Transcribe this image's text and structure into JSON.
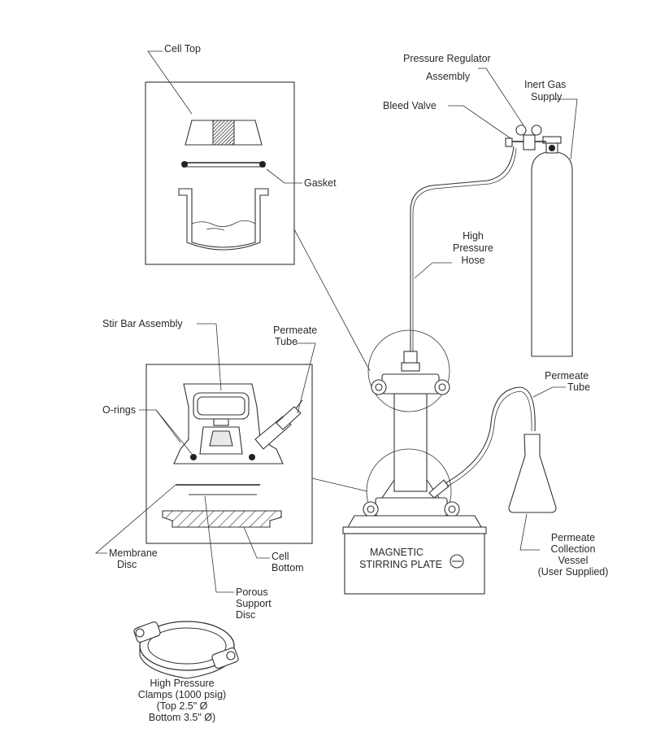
{
  "labels": {
    "cell_top": "Cell Top",
    "gasket": "Gasket",
    "pressure_regulator_1": "Pressure Regulator",
    "pressure_regulator_2": "Assembly",
    "bleed_valve": "Bleed Valve",
    "inert_gas_1": "Inert Gas",
    "inert_gas_2": "Supply",
    "hose_1": "High",
    "hose_2": "Pressure",
    "hose_3": "Hose",
    "stir_bar": "Stir Bar Assembly",
    "permeate_tube_left_1": "Permeate",
    "permeate_tube_left_2": "Tube",
    "permeate_tube_right_1": "Permeate",
    "permeate_tube_right_2": "Tube",
    "o_rings": "O-rings",
    "membrane_1": "Membrane",
    "membrane_2": "Disc",
    "cell_bottom_1": "Cell",
    "cell_bottom_2": "Bottom",
    "porous_1": "Porous",
    "porous_2": "Support",
    "porous_3": "Disc",
    "stirring_plate_1": "MAGNETIC",
    "stirring_plate_2": "STIRRING PLATE",
    "collection_1": "Permeate",
    "collection_2": "Collection",
    "collection_3": "Vessel",
    "collection_4": "(User Supplied)",
    "clamps_1": "High Pressure",
    "clamps_2": "Clamps (1000 psig)",
    "clamps_3": "(Top 2.5\" Ø",
    "clamps_4": "Bottom 3.5\" Ø)"
  },
  "icons": {
    "cylinder": "gas-cylinder-icon",
    "flask": "flask-icon",
    "clamp": "clamp-icon",
    "knob": "knob-icon"
  }
}
